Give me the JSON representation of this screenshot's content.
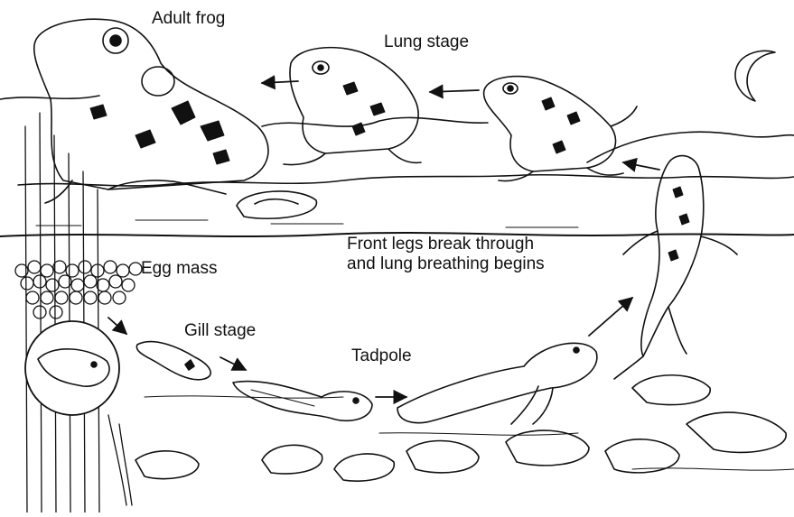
{
  "diagram": {
    "labels": {
      "adult_frog": "Adult frog",
      "lung_stage": "Lung stage",
      "front_legs": "Front legs break through\nand lung breathing begins",
      "egg_mass": "Egg mass",
      "gill_stage": "Gill stage",
      "tadpole": "Tadpole"
    },
    "colors": {
      "ink": "#111111",
      "paper": "#ffffff"
    }
  }
}
